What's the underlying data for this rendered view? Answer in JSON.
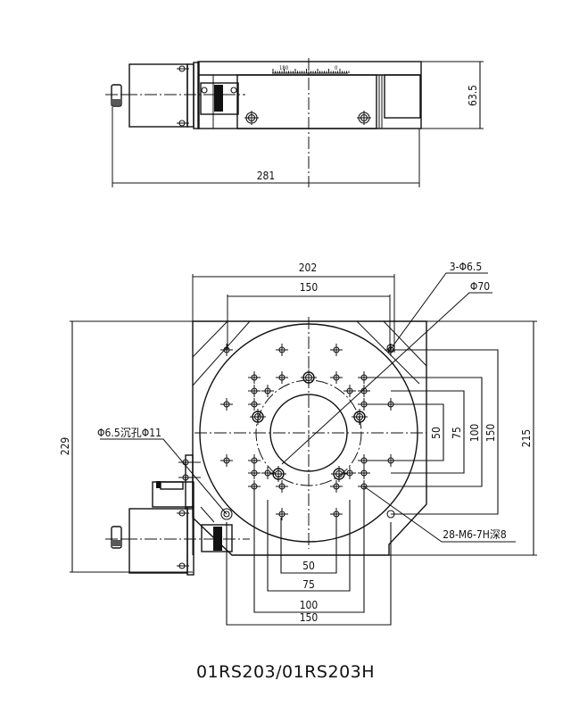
{
  "caption": "01RS203/01RS203H",
  "top_view": {
    "dimensions": {
      "overall_length": "281",
      "height": "63.5"
    },
    "scale_labels": [
      "180",
      "0"
    ]
  },
  "plan_view": {
    "dimensions": {
      "base_width": "202",
      "bolt_span_top": "150",
      "overall_depth_left": "229",
      "overall_depth_right": "215",
      "right_spans": [
        "50",
        "75",
        "100",
        "150"
      ],
      "bottom_spans": [
        "50",
        "75",
        "100",
        "150"
      ]
    },
    "callouts": {
      "mount_holes": "3-Φ6.5",
      "center_bore": "Φ70",
      "counterbore": "Φ6.5沉孔Φ11",
      "tapped_holes": "28-M6-7H深8"
    }
  }
}
